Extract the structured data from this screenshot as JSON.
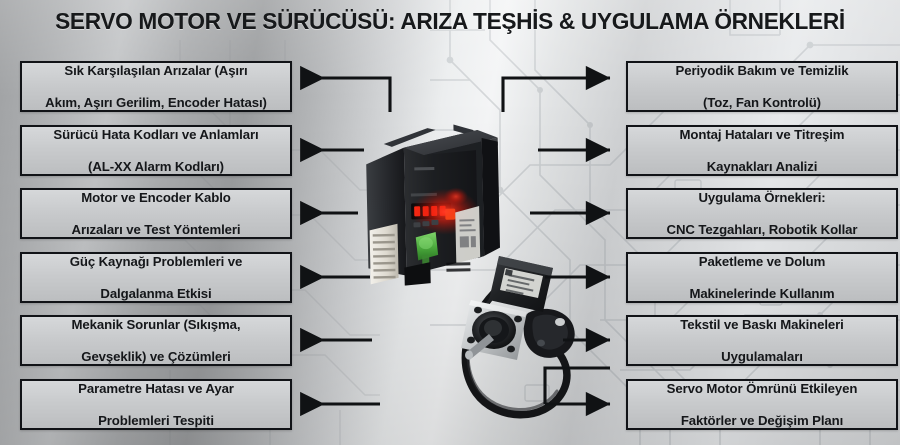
{
  "header": {
    "title": "SERVO MOTOR VE SÜRÜCÜSÜ: ARIZA TEŞHİS & UYGULAMA ÖRNEKLERİ"
  },
  "colors": {
    "box_border": "#111317",
    "box_fill": "#c8cacc",
    "text": "#15171a",
    "arrow": "#101214",
    "led_red": "#e01b10",
    "connector_green": "#57b84a",
    "background_light": "#eceeef",
    "background_dark": "#9d9fa1"
  },
  "left_column": {
    "side": "left",
    "arrow_direction": "points-left-into-box",
    "items": [
      {
        "id": "common-faults",
        "line1": "Sık Karşılaşılan Arızalar (Aşırı",
        "line2": "Akım, Aşırı Gerilim, Encoder Hatası)"
      },
      {
        "id": "error-codes",
        "line1": "Sürücü Hata Kodları ve Anlamları",
        "line2": "(AL-XX Alarm Kodları)"
      },
      {
        "id": "cable-faults",
        "line1": "Motor ve Encoder Kablo",
        "line2": "Arızaları ve Test Yöntemleri"
      },
      {
        "id": "power-supply",
        "line1": "Güç Kaynağı Problemleri ve",
        "line2": "Dalgalanma Etkisi"
      },
      {
        "id": "mechanical",
        "line1": "Mekanik Sorunlar (Sıkışma,",
        "line2": "Gevşeklik) ve Çözümleri"
      },
      {
        "id": "parameter-faults",
        "line1": "Parametre Hatası ve Ayar",
        "line2": "Problemleri Tespiti"
      }
    ]
  },
  "right_column": {
    "side": "right",
    "arrow_direction": "points-right-into-box",
    "items": [
      {
        "id": "maintenance",
        "line1": "Periyodik Bakım ve Temizlik",
        "line2": "(Toz, Fan Kontrolü)"
      },
      {
        "id": "mounting",
        "line1": "Montaj Hataları ve Titreşim",
        "line2": "Kaynakları Analizi"
      },
      {
        "id": "applications",
        "line1": "Uygulama Örnekleri:",
        "line2": "CNC Tezgahları, Robotik Kollar"
      },
      {
        "id": "packaging",
        "line1": "Paketleme ve Dolum",
        "line2": "Makinelerinde Kullanım"
      },
      {
        "id": "textile-print",
        "line1": "Tekstil ve Baskı Makineleri",
        "line2": "Uygulamaları"
      },
      {
        "id": "lifetime",
        "line1": "Servo Motor Ömrünü Etkileyen",
        "line2": "Faktörler ve Değişim Planı"
      }
    ]
  },
  "center_graphic": {
    "drive": {
      "name": "servo-drive-unit",
      "display": "red-seven-segment",
      "connector": "green-terminal-block"
    },
    "motor": {
      "name": "servo-motor",
      "parts": "shaft, flange, encoder-housing, power-cable-with-connector"
    },
    "background_pattern": "circuit-board-traces"
  }
}
